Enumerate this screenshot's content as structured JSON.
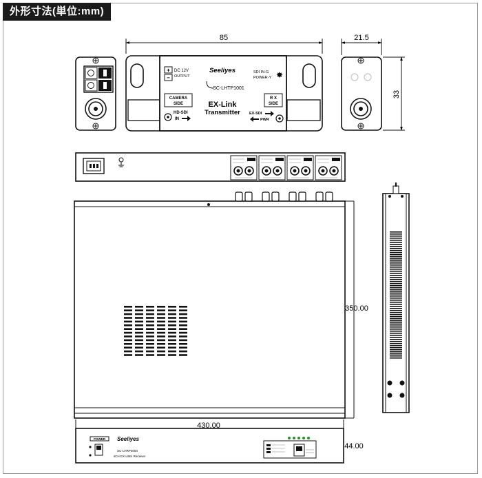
{
  "header": {
    "title": "外形寸法(単位:mm)"
  },
  "transmitter": {
    "dimensions": {
      "width": "85",
      "depth": "21.5",
      "height": "33"
    },
    "labels": {
      "dc_input": "DC 12V",
      "dc_input_sub": "OUTPUT",
      "brand": "Seeliyes",
      "model": "SC-LHTP1001",
      "sdi_in_g": "SDI IN-G",
      "power_y": "POWER-Y",
      "camera_side": "CAMERA",
      "camera_side_sub": "SIDE",
      "product_line1": "EX-Link",
      "product_line2": "Transmitter",
      "rx_side": "R X",
      "rx_side_sub": "SIDE",
      "hd_sdi_in": "HD-SDI",
      "hd_sdi_in_sub": "IN",
      "ex_sdi": "EX-SDI",
      "ex_sdi_sub": "PWR"
    }
  },
  "receiver": {
    "dimensions": {
      "width": "430.00",
      "depth": "350.00",
      "height": "44.00"
    },
    "front": {
      "power_label": "POWER",
      "brand": "Seeliyes",
      "model": "SC-LHRP4004",
      "subtitle": "4CH EX-LINK Receiver"
    }
  }
}
